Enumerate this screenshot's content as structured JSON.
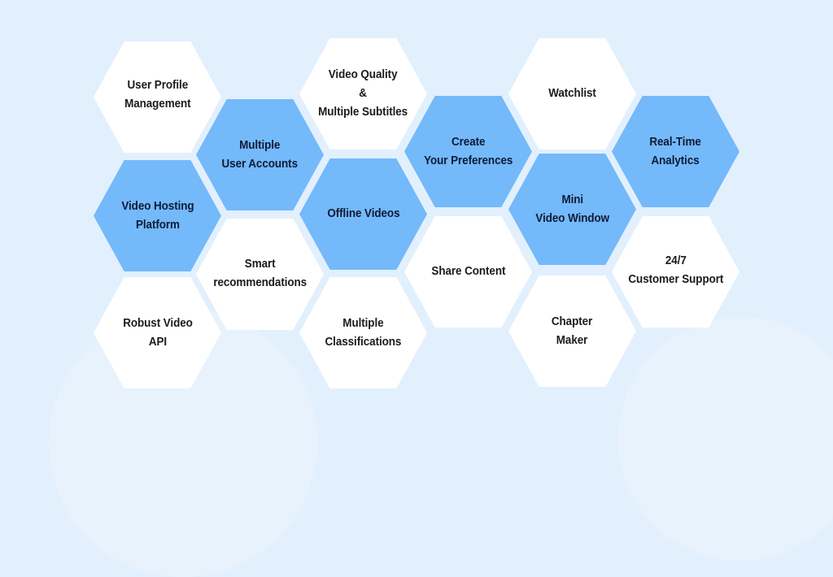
{
  "colors": {
    "background": "#E2F0FD",
    "hex_white": "#FFFFFF",
    "hex_blue": "#74B9FA",
    "text_on_white": "#1B1B1B",
    "text_on_blue": "#0E1B36"
  },
  "features": [
    {
      "id": "user-profile-management",
      "lines": [
        "User Profile",
        "Management"
      ],
      "style": "white"
    },
    {
      "id": "multiple-user-accounts",
      "lines": [
        "Multiple",
        "User Accounts"
      ],
      "style": "blue"
    },
    {
      "id": "video-hosting-platform",
      "lines": [
        "Video Hosting",
        "Platform"
      ],
      "style": "blue"
    },
    {
      "id": "smart-recommendations",
      "lines": [
        "Smart",
        "recommendations"
      ],
      "style": "white"
    },
    {
      "id": "robust-video-api",
      "lines": [
        "Robust Video",
        "API"
      ],
      "style": "white"
    },
    {
      "id": "video-quality-subtitles",
      "lines": [
        "Video Quality",
        "&",
        "Multiple Subtitles"
      ],
      "style": "white"
    },
    {
      "id": "offline-videos",
      "lines": [
        "Offline Videos"
      ],
      "style": "blue"
    },
    {
      "id": "multiple-classifications",
      "lines": [
        "Multiple",
        "Classifications"
      ],
      "style": "white"
    },
    {
      "id": "create-your-preferences",
      "lines": [
        "Create",
        "Your Preferences"
      ],
      "style": "blue"
    },
    {
      "id": "share-content",
      "lines": [
        "Share Content"
      ],
      "style": "white"
    },
    {
      "id": "watchlist",
      "lines": [
        "Watchlist"
      ],
      "style": "white"
    },
    {
      "id": "mini-video-window",
      "lines": [
        "Mini",
        "Video Window"
      ],
      "style": "blue"
    },
    {
      "id": "chapter-maker",
      "lines": [
        "Chapter",
        "Maker"
      ],
      "style": "white"
    },
    {
      "id": "real-time-analytics",
      "lines": [
        "Real-Time",
        "Analytics"
      ],
      "style": "blue"
    },
    {
      "id": "customer-support",
      "lines": [
        "24/7",
        "Customer Support"
      ],
      "style": "white"
    }
  ]
}
